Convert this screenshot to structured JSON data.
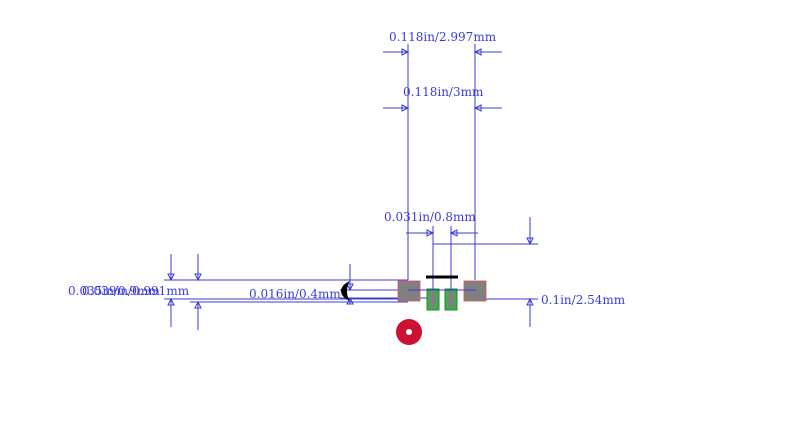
{
  "labels": {
    "top_width": "0.118in/2.997mm",
    "second_width": "0.118in/3mm",
    "pad_pitch": "0.031in/0.8mm",
    "height_a": "0.035in/0.9mm",
    "height_b": "0.039in/0.991mm",
    "pad_width": "0.016in/0.4mm",
    "row_pitch": "0.1in/2.54mm"
  },
  "colors": {
    "dimension": "#3b3bd6",
    "pad_fill": "#808080",
    "pad_outline": "#e05050",
    "small_pad_fill": "#3bb04a",
    "small_pad_outline": "#3b8a3b",
    "pin_marker": "#cc1133",
    "body_bar": "#000000"
  }
}
